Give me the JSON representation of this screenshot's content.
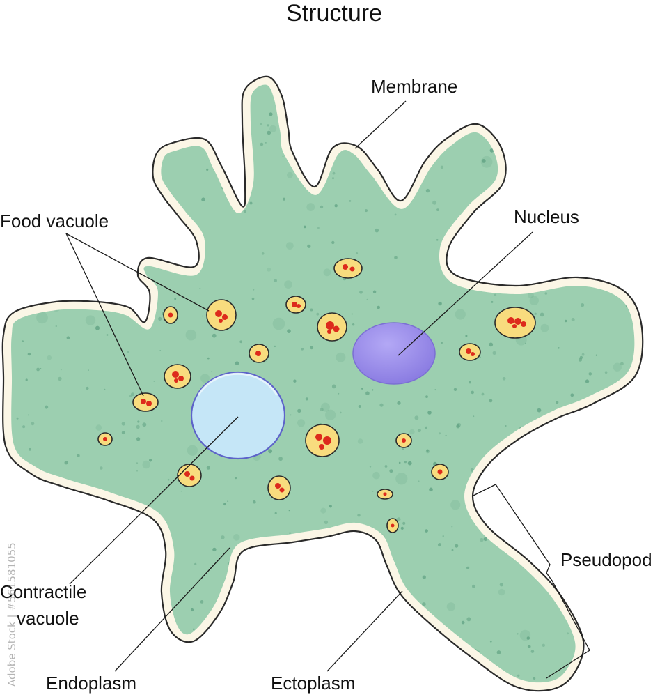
{
  "title": "Structure",
  "labels": {
    "membrane": "Membrane",
    "food_vacuole": "Food vacuole",
    "nucleus": "Nucleus",
    "contractile_vacuole_line1": "Contractile",
    "contractile_vacuole_line2": "vacuole",
    "pseudopod": "Pseudopod",
    "endoplasm": "Endoplasm",
    "ectoplasm": "Ectoplasm"
  },
  "watermark": "Adobe Stock | #561581055",
  "colors": {
    "membrane_fill": "#fbf6e6",
    "membrane_stroke": "#2a2a2a",
    "cytoplasm": "#9ccfb0",
    "granule": "#5c9e7f",
    "food_vacuole_fill": "#f8dc7e",
    "food_particle": "#dd2a1c",
    "contractile_vacuole": "#c5e6f7",
    "contractile_vacuole_edge": "#5d63c9",
    "nucleus": "#9b8fea"
  }
}
